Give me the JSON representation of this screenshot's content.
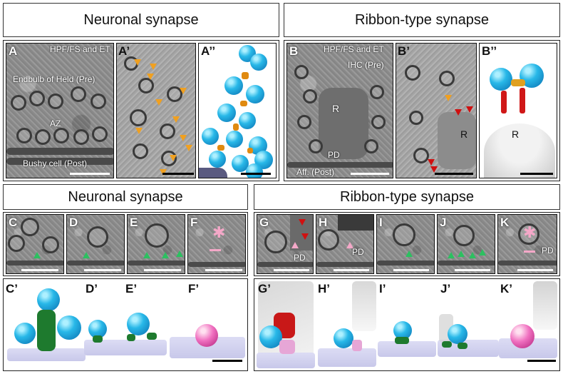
{
  "headers": {
    "top_left": "Neuronal synapse",
    "top_right": "Ribbon-type synapse",
    "mid_left": "Neuronal synapse",
    "mid_right": "Ribbon-type synapse"
  },
  "panels": {
    "A": {
      "label": "A",
      "method": "HPF/FS and ET",
      "pre": "Endbulb of Held (Pre)",
      "az": "AZ",
      "post": "Bushy cell (Post)"
    },
    "A1": {
      "label": "A’"
    },
    "A2": {
      "label": "A’’"
    },
    "B": {
      "label": "B",
      "method": "HPF/FS and ET",
      "pre": "IHC (Pre)",
      "r": "R",
      "pd": "PD",
      "post": "Aff. (Post)"
    },
    "B1": {
      "label": "B’",
      "r": "R"
    },
    "B2": {
      "label": "B’’",
      "r": "R"
    },
    "C": {
      "label": "C"
    },
    "D": {
      "label": "D"
    },
    "E": {
      "label": "E"
    },
    "F": {
      "label": "F"
    },
    "G": {
      "label": "G",
      "pd": "PD"
    },
    "H": {
      "label": "H",
      "pd": "PD"
    },
    "I": {
      "label": "I"
    },
    "J": {
      "label": "J"
    },
    "K": {
      "label": "K",
      "pd": "PD"
    },
    "C1": {
      "label": "C’"
    },
    "D1": {
      "label": "D’"
    },
    "E1": {
      "label": "E’"
    },
    "F1": {
      "label": "F’"
    },
    "G1": {
      "label": "G’"
    },
    "H1": {
      "label": "H’"
    },
    "I1": {
      "label": "I’"
    },
    "J1": {
      "label": "J’"
    },
    "K1": {
      "label": "K’"
    }
  },
  "colors": {
    "vesicle": "#28b8e8",
    "tether_orange": "#f0a020",
    "ribbon_red": "#d01010",
    "green_marker": "#2cc060",
    "pink_marker": "#f4a8c8",
    "membrane_3d": "#c8c8ea"
  }
}
